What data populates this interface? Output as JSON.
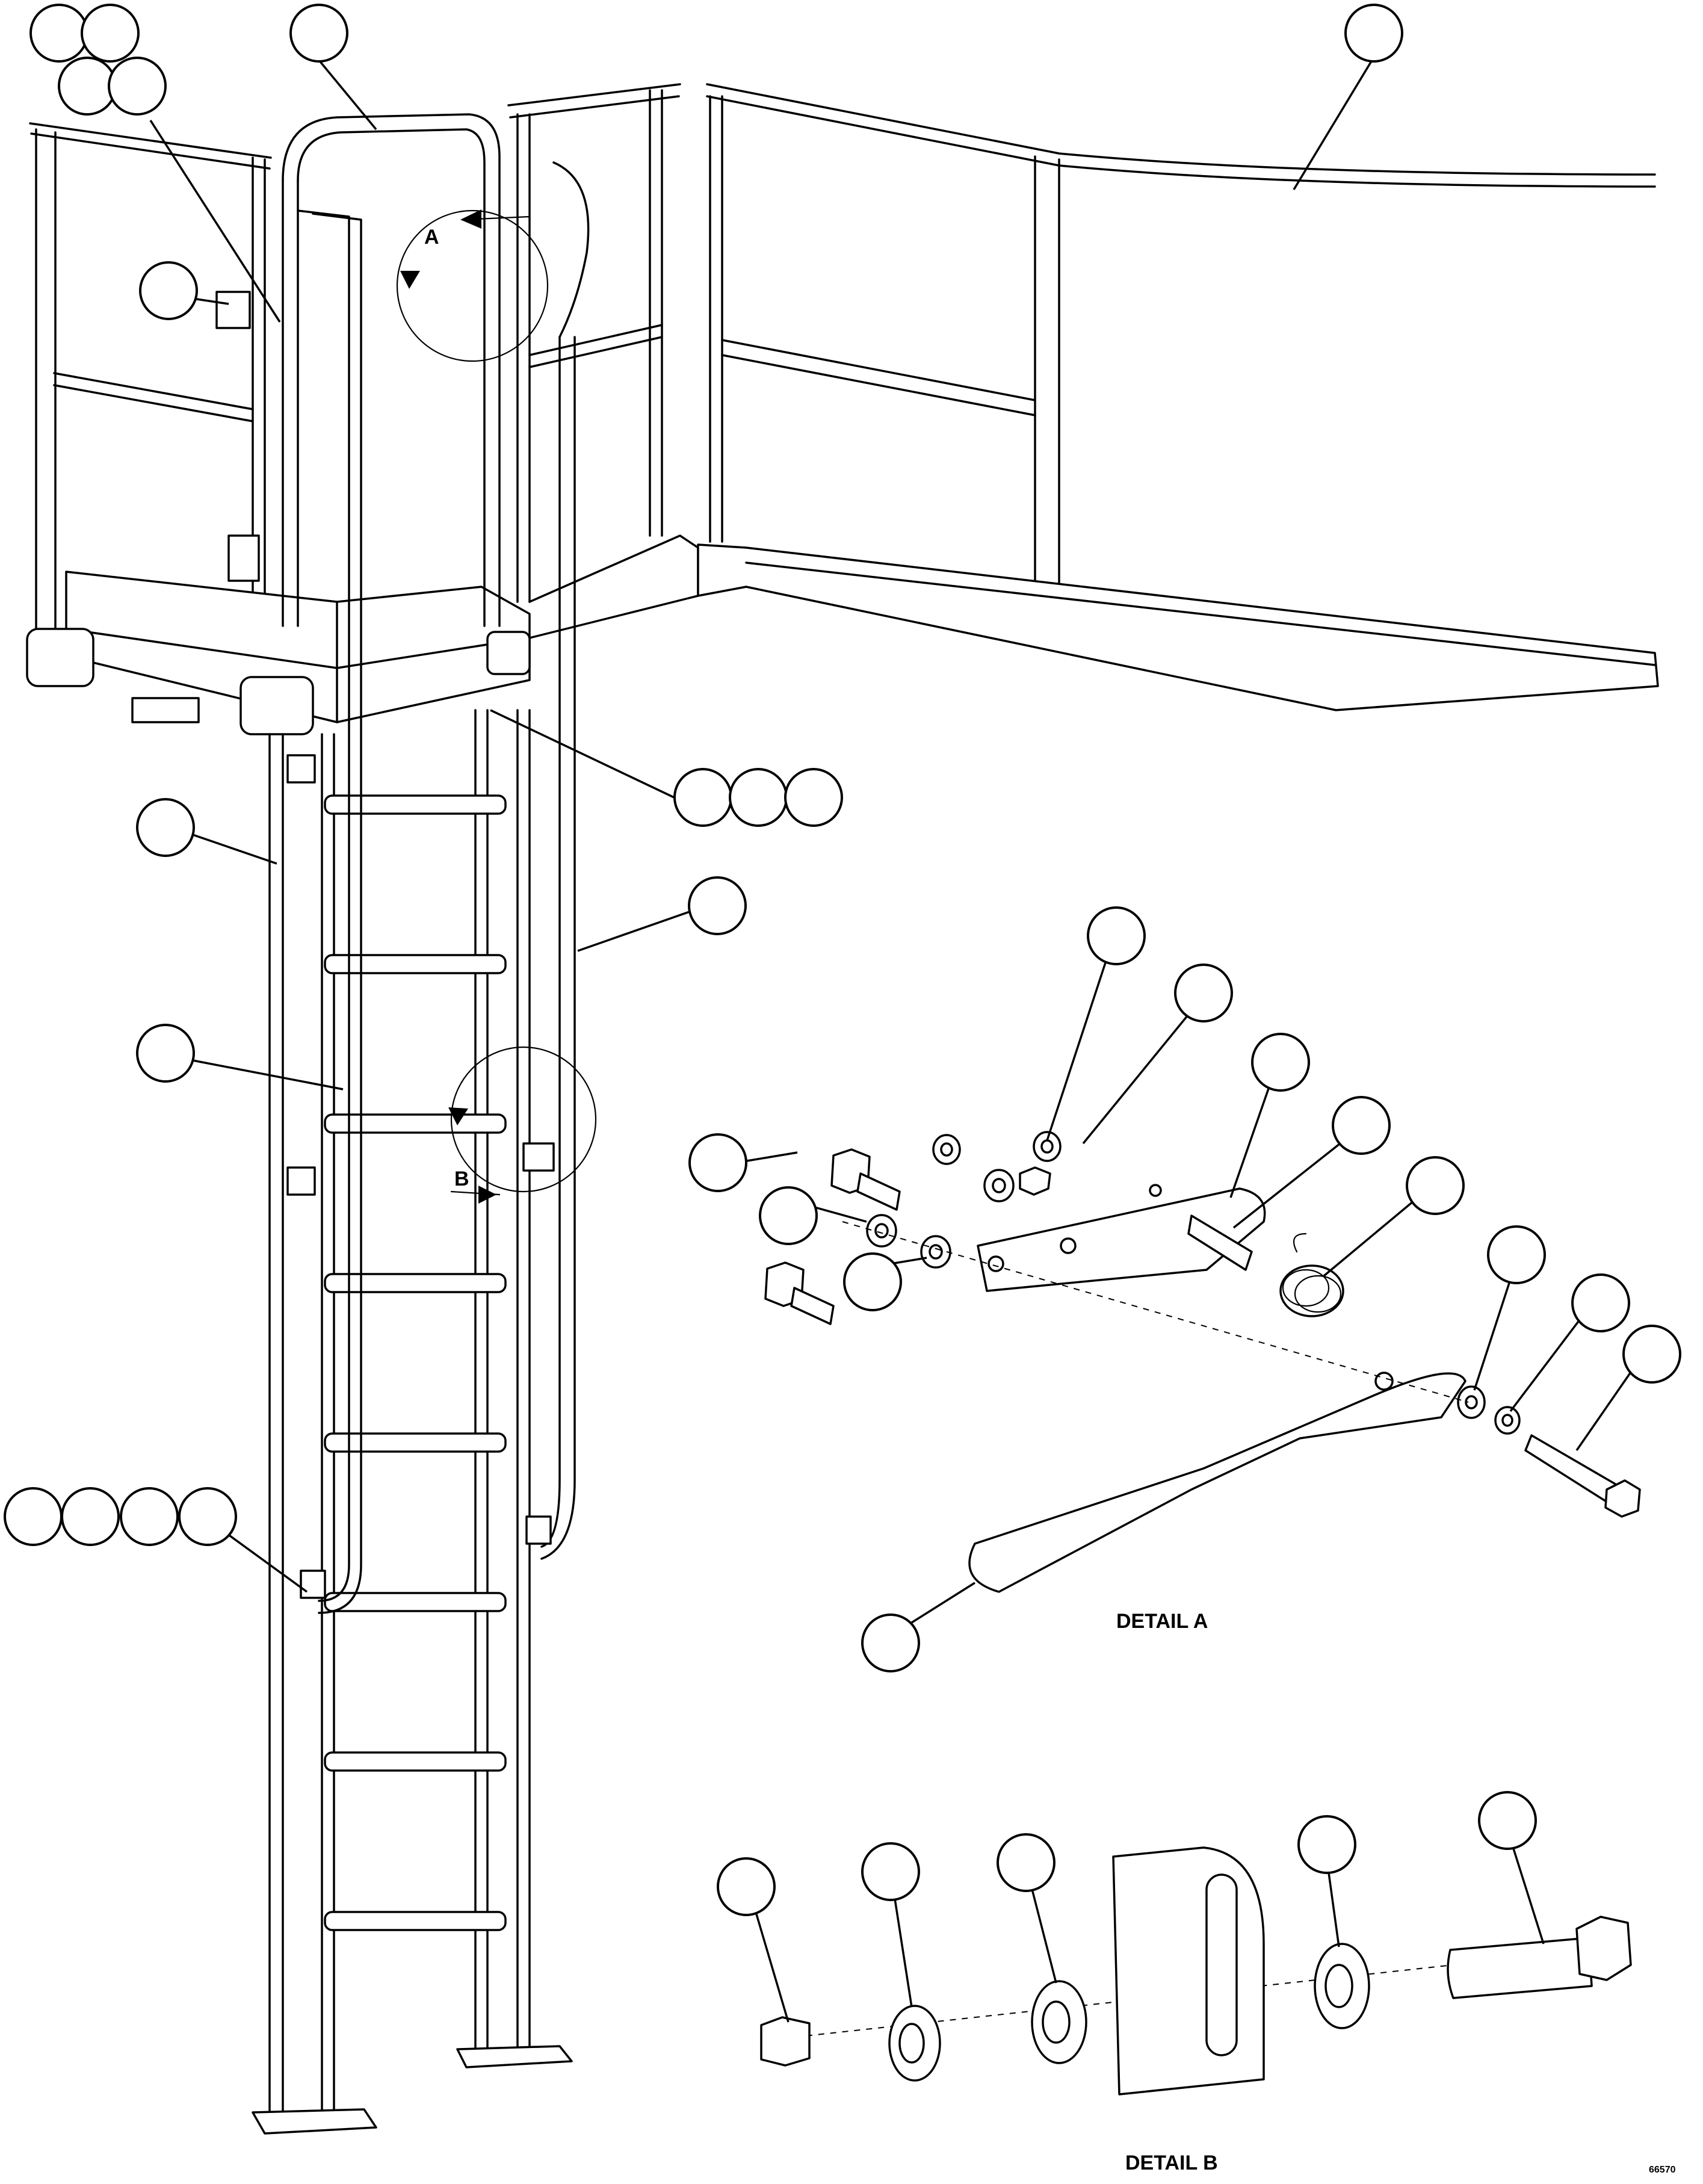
{
  "figure": {
    "detail_a_callout": "A",
    "detail_b_callout": "B",
    "detail_a_caption": "DETAIL A",
    "detail_b_caption": "DETAIL B",
    "drawing_number": "66570"
  },
  "balloons": [
    {
      "id": "b1"
    },
    {
      "id": "b2"
    },
    {
      "id": "b3"
    },
    {
      "id": "b4"
    },
    {
      "id": "b5"
    },
    {
      "id": "b6"
    },
    {
      "id": "b7"
    },
    {
      "id": "b8"
    },
    {
      "id": "b9"
    },
    {
      "id": "b10"
    },
    {
      "id": "b11"
    },
    {
      "id": "b12"
    },
    {
      "id": "b13"
    },
    {
      "id": "b14"
    },
    {
      "id": "b15"
    },
    {
      "id": "b16"
    },
    {
      "id": "b17"
    },
    {
      "id": "b18"
    },
    {
      "id": "b19"
    },
    {
      "id": "b20"
    },
    {
      "id": "b21"
    },
    {
      "id": "b22"
    },
    {
      "id": "b23"
    },
    {
      "id": "b24"
    },
    {
      "id": "b25"
    },
    {
      "id": "b26"
    },
    {
      "id": "b27"
    },
    {
      "id": "b28"
    },
    {
      "id": "b29"
    },
    {
      "id": "b30"
    },
    {
      "id": "b31"
    },
    {
      "id": "b32"
    },
    {
      "id": "b33"
    },
    {
      "id": "b34"
    },
    {
      "id": "b35"
    },
    {
      "id": "b36"
    }
  ]
}
